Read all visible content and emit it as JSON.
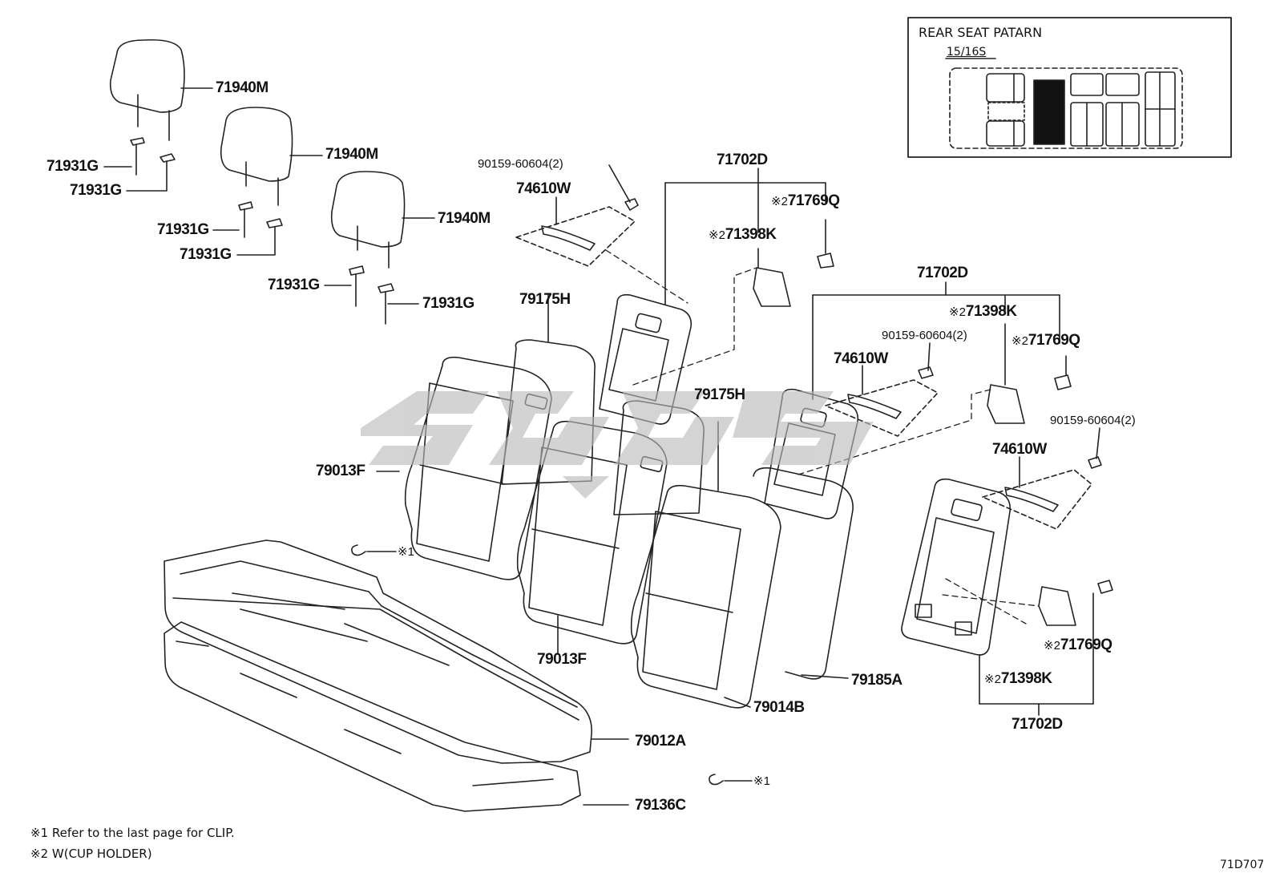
{
  "pattern_box": {
    "title": "REAR SEAT PATARN",
    "subtitle": "15/16S"
  },
  "part_labels": {
    "headrest_1": "71940M",
    "headrest_2": "71940M",
    "headrest_3": "71940M",
    "guide_1a": "71931G",
    "guide_1b": "71931G",
    "guide_2a": "71931G",
    "guide_2b": "71931G",
    "guide_3a": "71931G",
    "guide_3b": "71931G",
    "screw_1": "90159-60604(2)",
    "screw_2": "90159-60604(2)",
    "screw_3": "90159-60604(2)",
    "handle_1": "74610W",
    "handle_2": "74610W",
    "handle_3": "74610W",
    "board_1": "71702D",
    "board_2": "71702D",
    "board_3": "71702D",
    "holder_1": "71398K",
    "holder_2": "71398K",
    "holder_3": "71398K",
    "cap_1": "71769Q",
    "cap_2": "71769Q",
    "cap_3": "71769Q",
    "back_cover_1": "79175H",
    "back_cover_2": "79175H",
    "back_1": "79013F",
    "back_2": "79013F",
    "back_pad": "79014B",
    "side_trim": "79185A",
    "cushion": "79012A",
    "cushion_pad": "79136C",
    "clip_ref_1": "※1",
    "clip_ref_2": "※1",
    "mark2": "※2"
  },
  "notes": {
    "note1": "※1  Refer to the last page for CLIP.",
    "note2": "※2  W(CUP  HOLDER)"
  },
  "page_code": "71D707"
}
